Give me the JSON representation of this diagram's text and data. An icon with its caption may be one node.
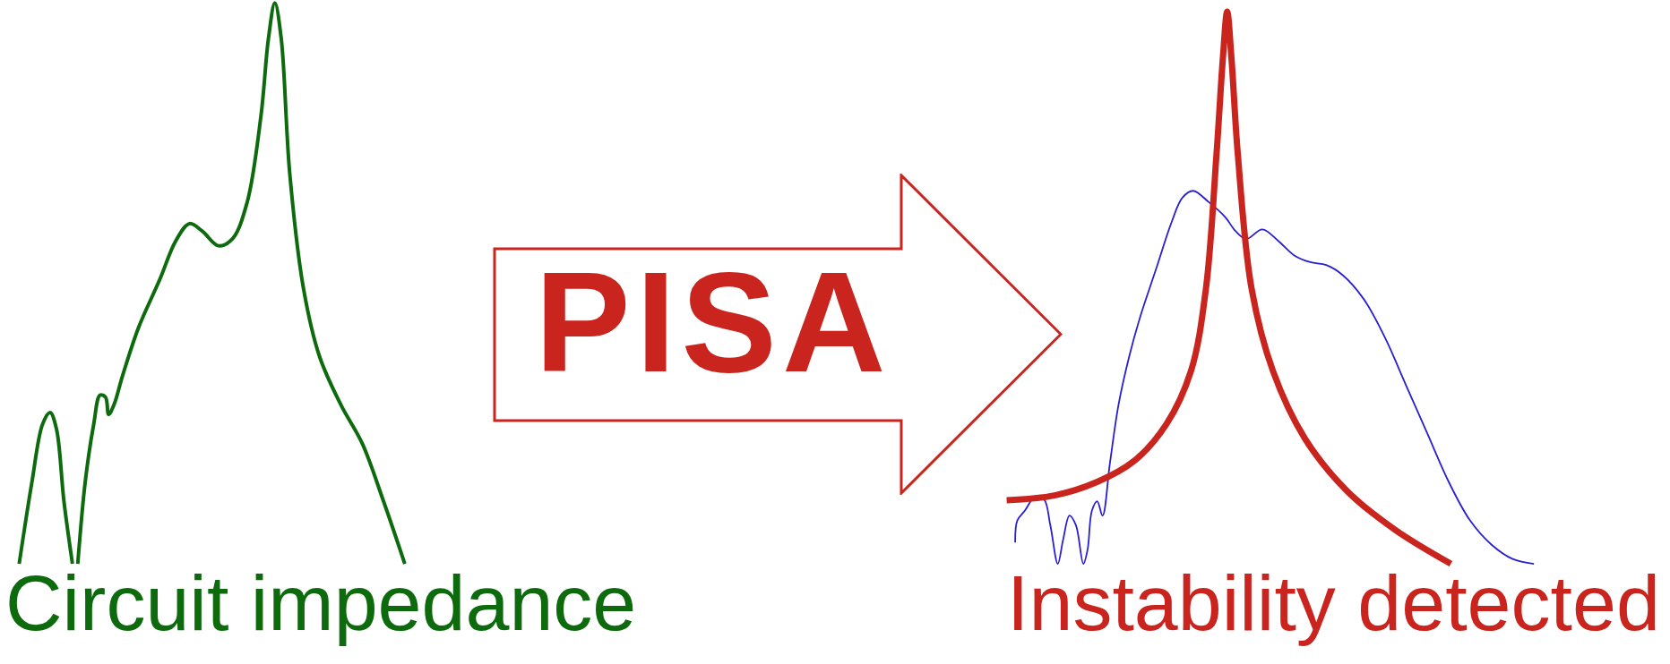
{
  "diagram": {
    "nodes": [
      {
        "text": [
          "PISA"
        ]
      }
    ],
    "labels": [
      "Circuit impedance",
      "Instability detected"
    ]
  }
}
